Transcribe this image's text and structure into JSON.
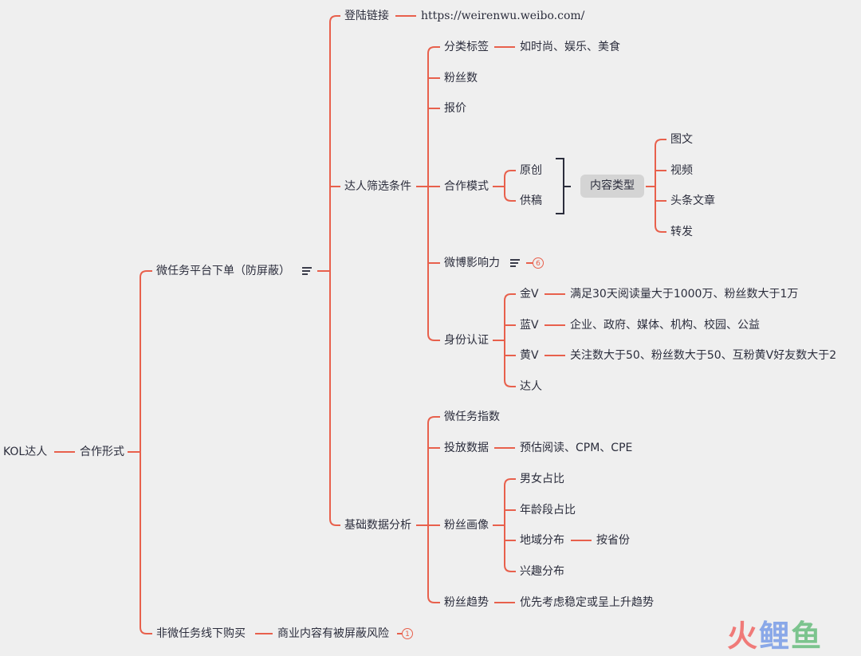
{
  "root": "KOL达人",
  "l1": "合作形式",
  "platform": {
    "label": "微任务平台下单（防屏蔽）",
    "note_icon": "note-icon"
  },
  "offline": {
    "label": "非微任务线下购买",
    "child": "商业内容有被屏蔽风险",
    "badge": "1"
  },
  "login": {
    "label": "登陆链接",
    "url": "https://weirenwu.weibo.com/"
  },
  "filter": {
    "label": "达人筛选条件",
    "category": {
      "label": "分类标签",
      "child": "如时尚、娱乐、美食"
    },
    "fans": "粉丝数",
    "price": "报价",
    "coop": {
      "label": "合作模式",
      "children": [
        "原创",
        "供稿"
      ],
      "summary": "内容类型",
      "types": [
        "图文",
        "视频",
        "头条文章",
        "转发"
      ]
    },
    "influence": {
      "label": "微博影响力",
      "badge": "6"
    },
    "auth": {
      "label": "身份认证",
      "items": [
        {
          "label": "金V",
          "desc": "满足30天阅读量大于1000万、粉丝数大于1万"
        },
        {
          "label": "蓝V",
          "desc": "企业、政府、媒体、机构、校园、公益"
        },
        {
          "label": "黄V",
          "desc": "关注数大于50、粉丝数大于50、互粉黄V好友数大于2"
        },
        {
          "label": "达人"
        }
      ]
    }
  },
  "analysis": {
    "label": "基础数据分析",
    "index": "微任务指数",
    "delivery": {
      "label": "投放数据",
      "child": "预估阅读、CPM、CPE"
    },
    "portrait": {
      "label": "粉丝画像",
      "items": [
        "男女占比",
        "年龄段占比",
        "地域分布",
        "兴趣分布"
      ],
      "region_child": "按省份"
    },
    "trend": {
      "label": "粉丝趋势",
      "child": "优先考虑稳定或呈上升趋势"
    }
  },
  "watermark": [
    "火",
    "鲤",
    "鱼"
  ],
  "colors": {
    "line": "#e8604c",
    "background": "#efefef",
    "text": "#2b2d3c"
  }
}
